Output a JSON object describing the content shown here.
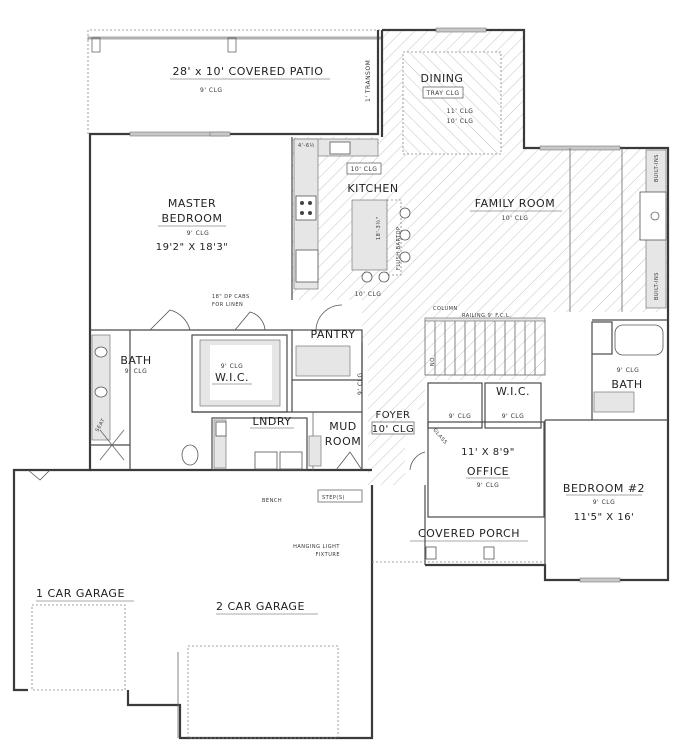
{
  "plan": {
    "rooms": {
      "covered_patio": {
        "name": "28' x 10' COVERED PATIO",
        "ceiling": "9' CLG",
        "note": "1' TRANSOM"
      },
      "dining": {
        "name": "DINING",
        "ceiling": "TRAY CLG",
        "ceiling_inner": "11' CLG",
        "ceiling_outer": "10' CLG"
      },
      "kitchen": {
        "name": "KITCHEN",
        "ceiling": "10' CLG",
        "ceiling_lower": "10' CLG",
        "sink_dim": "4'-6½",
        "island_dim": "18'-3½\"",
        "bartop": "FLUSH BARTOP"
      },
      "family_room": {
        "name": "FAMILY ROOM",
        "ceiling": "10' CLG",
        "builtins_top": "BUILT-INS",
        "builtins_bottom": "BUILT-INS"
      },
      "master_bedroom": {
        "name_line1": "MASTER",
        "name_line2": "BEDROOM",
        "ceiling": "9' CLG",
        "size": "19'2\" X 18'3\""
      },
      "master_bath": {
        "name": "BATH",
        "ceiling": "9' CLG",
        "seat": "SEAT"
      },
      "master_wic": {
        "name": "W.I.C.",
        "ceiling": "9' CLG"
      },
      "pantry": {
        "name": "PANTRY"
      },
      "laundry": {
        "name": "LNDRY"
      },
      "mud_room": {
        "name_line1": "MUD",
        "name_line2": "ROOM"
      },
      "hall": {
        "ceiling": "9' CLG"
      },
      "foyer": {
        "name": "FOYER",
        "ceiling": "10' CLG"
      },
      "office": {
        "name": "OFFICE",
        "ceiling": "9' CLG",
        "size": "11' X 8'9\"",
        "glass": "GLASS"
      },
      "hall_bath_clg": "9' CLG",
      "wic2": {
        "name": "W.I.C.",
        "ceiling": "9' CLG"
      },
      "bath2": {
        "name": "BATH",
        "ceiling": "9' CLG"
      },
      "bedroom2": {
        "name": "BEDROOM #2",
        "ceiling": "9' CLG",
        "size": "11'5\" X 16'"
      },
      "covered_porch": {
        "name": "COVERED PORCH"
      },
      "garage1": {
        "name": "1 CAR GARAGE"
      },
      "garage2": {
        "name": "2 CAR GARAGE"
      }
    },
    "annotations": {
      "linen": "18\" DP CABS",
      "linen2": "FOR LINEN",
      "column": "COLUMN",
      "railing": "RAILING 9' F.C.L.",
      "dn": "DN",
      "bench": "BENCH",
      "steps": "STEP(S)",
      "light": "HANGING LIGHT",
      "light2": "FIXTURE"
    }
  }
}
